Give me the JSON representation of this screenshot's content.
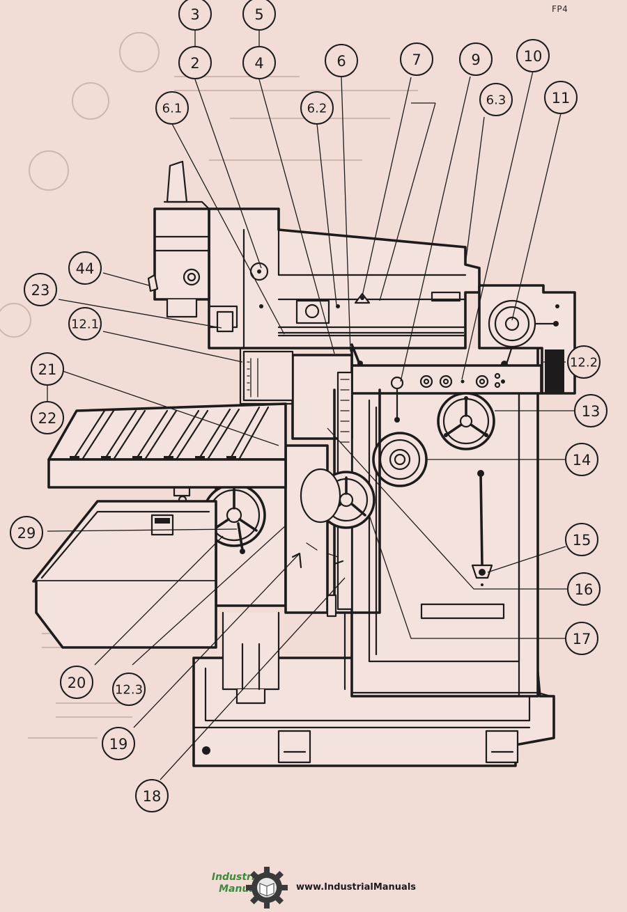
{
  "page_code": "FP4",
  "callouts": [
    {
      "label": "3"
    },
    {
      "label": "5"
    },
    {
      "label": "2"
    },
    {
      "label": "4"
    },
    {
      "label": "6"
    },
    {
      "label": "7"
    },
    {
      "label": "9"
    },
    {
      "label": "10"
    },
    {
      "label": "6.1"
    },
    {
      "label": "6.2"
    },
    {
      "label": "6.3"
    },
    {
      "label": "11"
    },
    {
      "label": "44"
    },
    {
      "label": "23"
    },
    {
      "label": "12.1"
    },
    {
      "label": "12.2"
    },
    {
      "label": "21"
    },
    {
      "label": "22"
    },
    {
      "label": "13"
    },
    {
      "label": "14"
    },
    {
      "label": "29"
    },
    {
      "label": "15"
    },
    {
      "label": "16"
    },
    {
      "label": "17"
    },
    {
      "label": "20"
    },
    {
      "label": "12.3"
    },
    {
      "label": "19"
    },
    {
      "label": "18"
    }
  ],
  "footer": {
    "logo_line1": "Industrial",
    "logo_line2": "Manuals",
    "website": "www.IndustrialManuals"
  },
  "colors": {
    "paper": "#f1dcd6",
    "ink": "#1d1b1b",
    "logo_green": "#3f8a3a"
  }
}
